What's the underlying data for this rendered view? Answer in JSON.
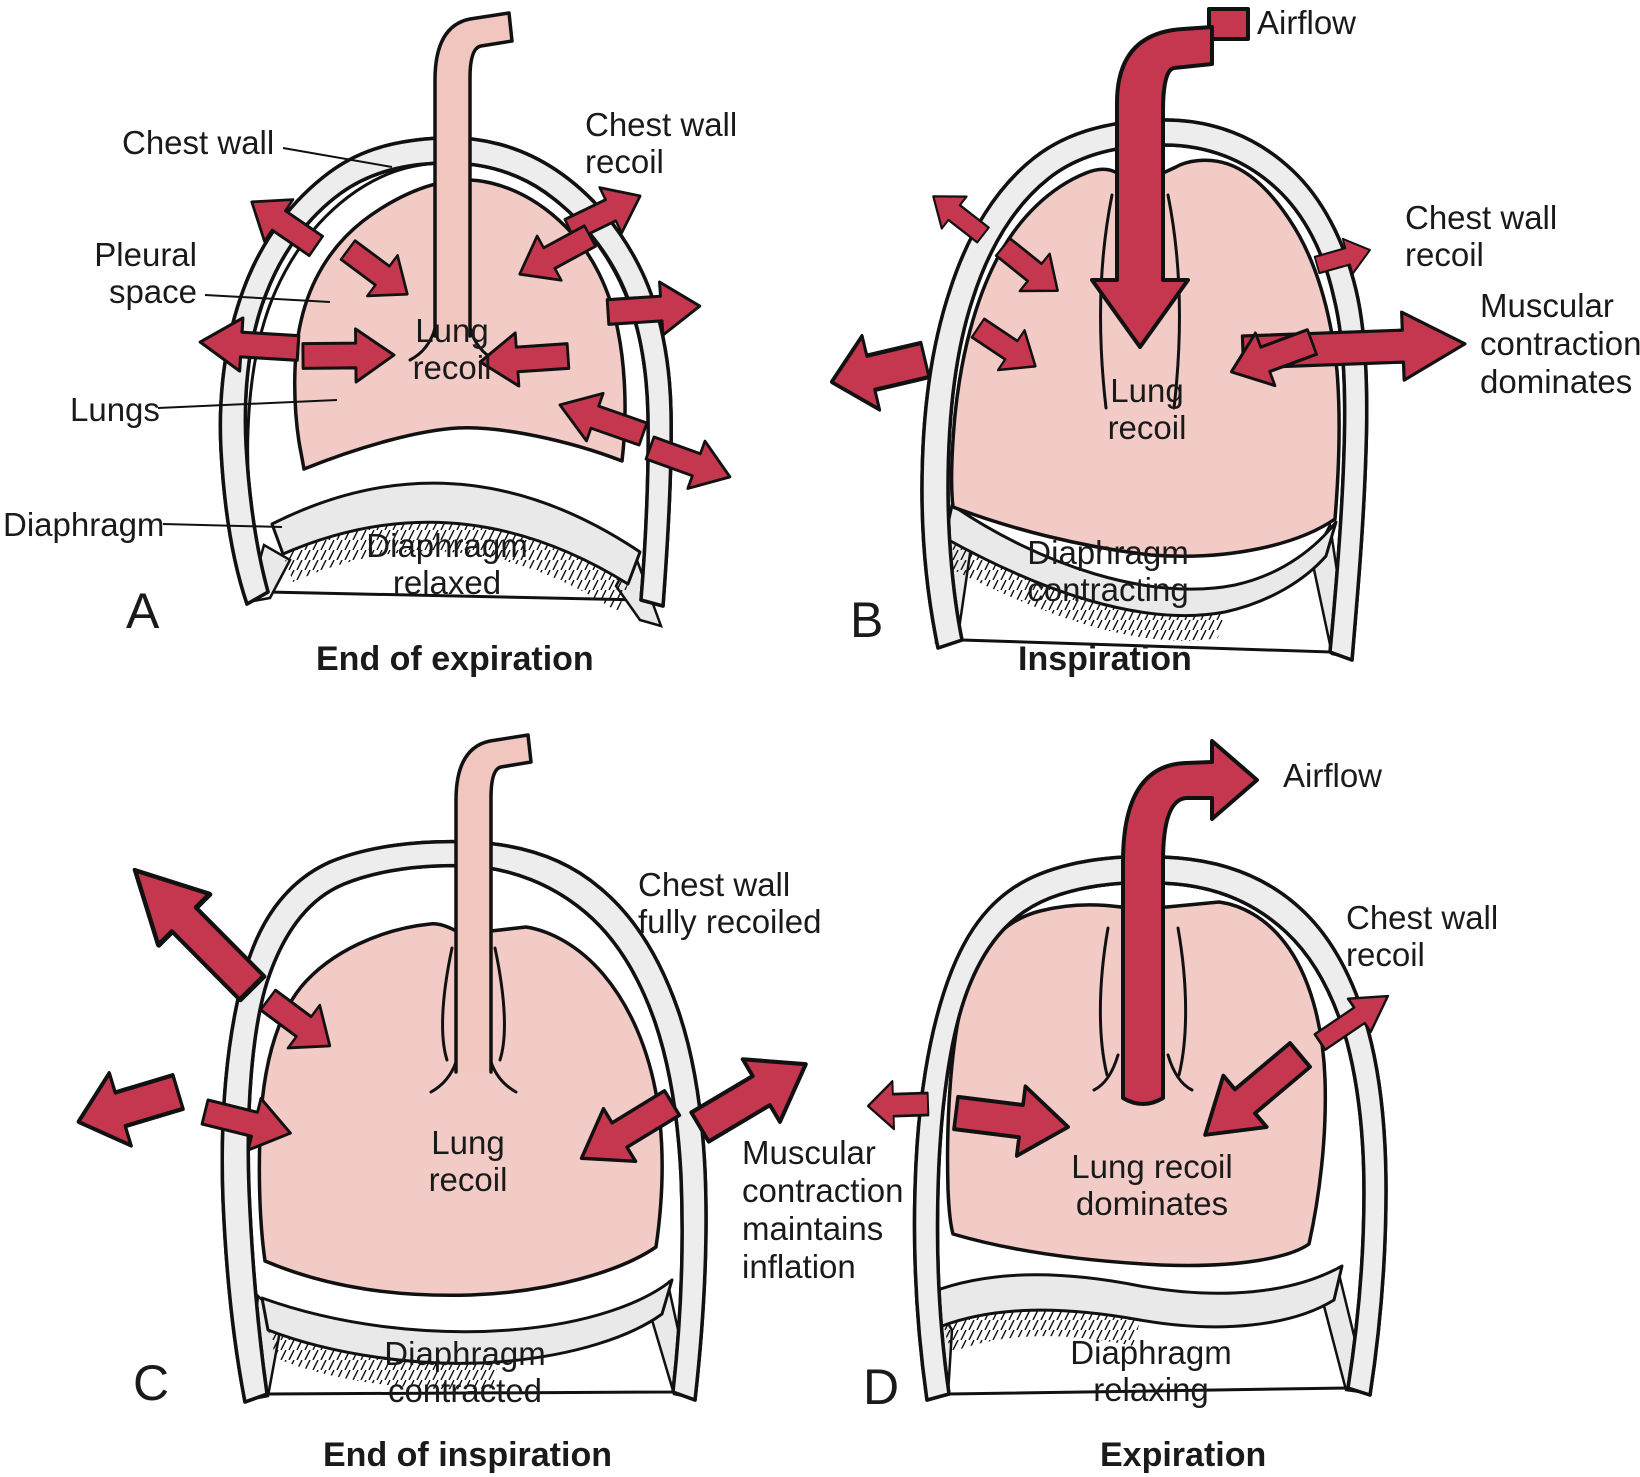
{
  "colors": {
    "arrow": "#C5374F",
    "lung": "#F2CBC7",
    "trachea": "#F0C6BE",
    "wall": "#EDEDED",
    "diaphragm": "#E9E9E9",
    "outline": "#111111",
    "text": "#1A1A1A",
    "background": "#FFFFFF"
  },
  "panels": {
    "a": {
      "letter": "A",
      "caption": "End of expiration",
      "anatomy": {
        "chest_wall": "Chest wall",
        "pleural_space": [
          "Pleural",
          "space"
        ],
        "lungs": "Lungs",
        "diaphragm": "Diaphragm"
      },
      "chest_wall_recoil": [
        "Chest wall",
        "recoil"
      ],
      "lung_recoil": [
        "Lung",
        "recoil"
      ],
      "diaphragm_state": [
        "Diaphragm",
        "relaxed"
      ]
    },
    "b": {
      "letter": "B",
      "caption": "Inspiration",
      "airflow": "Airflow",
      "chest_wall_recoil": [
        "Chest wall",
        "recoil"
      ],
      "muscular": [
        "Muscular",
        "contraction",
        "dominates"
      ],
      "lung_recoil": [
        "Lung",
        "recoil"
      ],
      "diaphragm_state": [
        "Diaphragm",
        "contracting"
      ]
    },
    "c": {
      "letter": "C",
      "caption": "End of inspiration",
      "chest_wall_recoil": [
        "Chest wall",
        "fully recoiled"
      ],
      "muscular": [
        "Muscular",
        "contraction",
        "maintains",
        "inflation"
      ],
      "lung_recoil": [
        "Lung",
        "recoil"
      ],
      "diaphragm_state": [
        "Diaphragm",
        "contracted"
      ]
    },
    "d": {
      "letter": "D",
      "caption": "Expiration",
      "airflow": "Airflow",
      "chest_wall_recoil": [
        "Chest wall",
        "recoil"
      ],
      "lung_recoil": [
        "Lung recoil",
        "dominates"
      ],
      "diaphragm_state": [
        "Diaphragm",
        "relaxing"
      ]
    }
  }
}
